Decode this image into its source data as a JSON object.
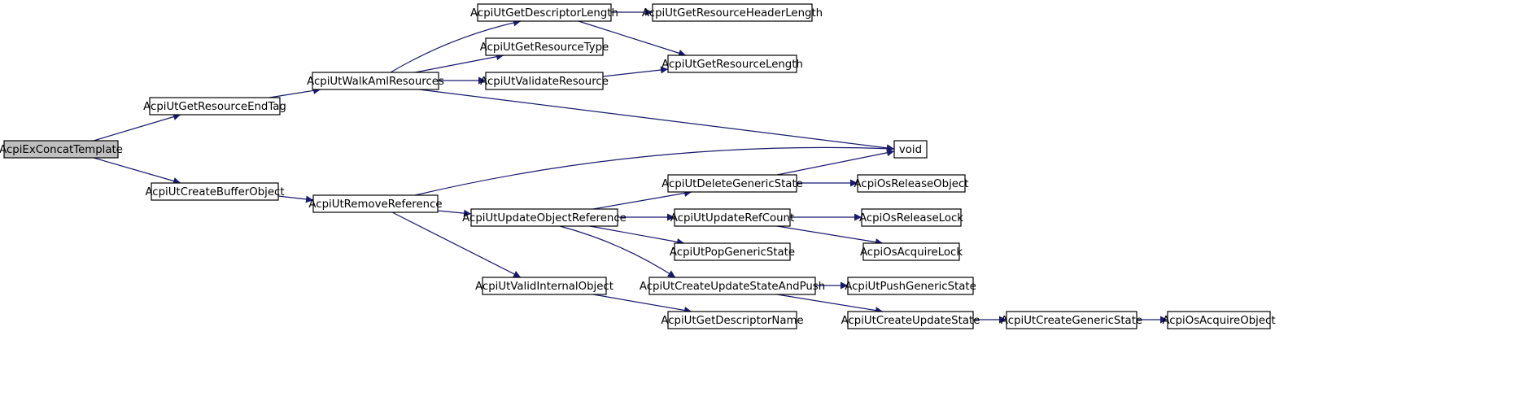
{
  "graph": {
    "colors": {
      "edge": "#191970",
      "node_fill": "#ffffff",
      "root_fill": "#bfbfbf",
      "node_stroke": "#000000"
    },
    "nodes": [
      {
        "id": "concat",
        "label": "AcpiExConcatTemplate",
        "root": true
      },
      {
        "id": "endtag",
        "label": "AcpiUtGetResourceEndTag"
      },
      {
        "id": "createbuf",
        "label": "AcpiUtCreateBufferObject"
      },
      {
        "id": "walkaml",
        "label": "AcpiUtWalkAmlResources"
      },
      {
        "id": "removeref",
        "label": "AcpiUtRemoveReference"
      },
      {
        "id": "desclen",
        "label": "AcpiUtGetDescriptorLength"
      },
      {
        "id": "restype",
        "label": "AcpiUtGetResourceType"
      },
      {
        "id": "validres",
        "label": "AcpiUtValidateResource"
      },
      {
        "id": "updobjref",
        "label": "AcpiUtUpdateObjectReference"
      },
      {
        "id": "validint",
        "label": "AcpiUtValidInternalObject"
      },
      {
        "id": "reshdrlen",
        "label": "AcpiUtGetResourceHeaderLength"
      },
      {
        "id": "reslen",
        "label": "AcpiUtGetResourceLength"
      },
      {
        "id": "void",
        "label": "void"
      },
      {
        "id": "delgen",
        "label": "AcpiUtDeleteGenericState"
      },
      {
        "id": "updref",
        "label": "AcpiUtUpdateRefCount"
      },
      {
        "id": "popgen",
        "label": "AcpiUtPopGenericState"
      },
      {
        "id": "cusap",
        "label": "AcpiUtCreateUpdateStateAndPush"
      },
      {
        "id": "descname",
        "label": "AcpiUtGetDescriptorName"
      },
      {
        "id": "osrelobj",
        "label": "AcpiOsReleaseObject"
      },
      {
        "id": "osrellock",
        "label": "AcpiOsReleaseLock"
      },
      {
        "id": "osacqlock",
        "label": "AcpiOsAcquireLock"
      },
      {
        "id": "pushgen",
        "label": "AcpiUtPushGenericState"
      },
      {
        "id": "cus",
        "label": "AcpiUtCreateUpdateState"
      },
      {
        "id": "cgs",
        "label": "AcpiUtCreateGenericState"
      },
      {
        "id": "osacqobj",
        "label": "AcpiOsAcquireObject"
      }
    ],
    "edges": [
      {
        "from": "concat",
        "to": "endtag"
      },
      {
        "from": "concat",
        "to": "createbuf"
      },
      {
        "from": "endtag",
        "to": "walkaml"
      },
      {
        "from": "walkaml",
        "to": "desclen"
      },
      {
        "from": "walkaml",
        "to": "restype"
      },
      {
        "from": "walkaml",
        "to": "validres"
      },
      {
        "from": "walkaml",
        "to": "void"
      },
      {
        "from": "desclen",
        "to": "reshdrlen"
      },
      {
        "from": "desclen",
        "to": "reslen"
      },
      {
        "from": "validres",
        "to": "reslen"
      },
      {
        "from": "createbuf",
        "to": "removeref"
      },
      {
        "from": "removeref",
        "to": "void"
      },
      {
        "from": "removeref",
        "to": "updobjref"
      },
      {
        "from": "removeref",
        "to": "validint"
      },
      {
        "from": "updobjref",
        "to": "delgen"
      },
      {
        "from": "updobjref",
        "to": "updref"
      },
      {
        "from": "updobjref",
        "to": "popgen"
      },
      {
        "from": "updobjref",
        "to": "cusap"
      },
      {
        "from": "delgen",
        "to": "void"
      },
      {
        "from": "delgen",
        "to": "osrelobj"
      },
      {
        "from": "updref",
        "to": "osrellock"
      },
      {
        "from": "updref",
        "to": "osacqlock"
      },
      {
        "from": "cusap",
        "to": "pushgen"
      },
      {
        "from": "cusap",
        "to": "cus"
      },
      {
        "from": "validint",
        "to": "descname"
      },
      {
        "from": "cus",
        "to": "cgs"
      },
      {
        "from": "cgs",
        "to": "osacqobj"
      }
    ]
  }
}
